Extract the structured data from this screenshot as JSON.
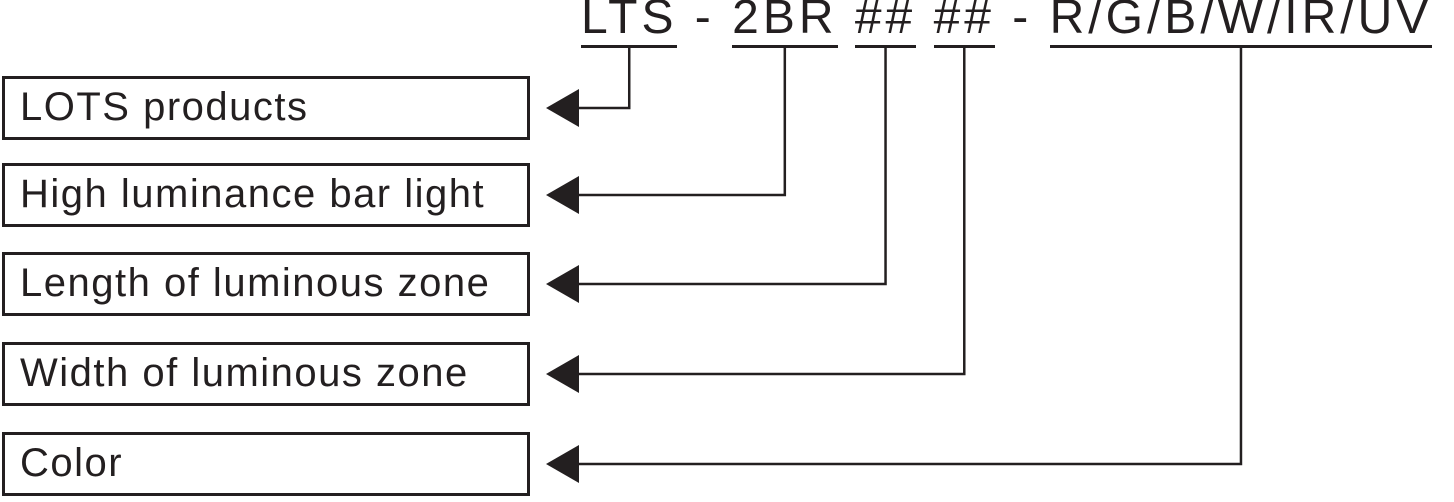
{
  "diagram": {
    "type": "part-number-legend",
    "code": {
      "full": "LTS - 2BR ## ## - R/G/B/W/IR/UV",
      "parts": [
        {
          "text": "LTS",
          "underlined": true
        },
        {
          "text": " - ",
          "underlined": false
        },
        {
          "text": "2BR",
          "underlined": true
        },
        {
          "text": " ",
          "underlined": false
        },
        {
          "text": "##",
          "underlined": true
        },
        {
          "text": " ",
          "underlined": false
        },
        {
          "text": "##",
          "underlined": true
        },
        {
          "text": " - ",
          "underlined": false
        },
        {
          "text": "R/G/B/W/IR/UV",
          "underlined": true
        }
      ]
    },
    "legend_rows": [
      {
        "label": "LOTS products",
        "maps_to_segment": "LTS"
      },
      {
        "label": "High luminance bar light",
        "maps_to_segment": "2BR"
      },
      {
        "label": "Length of luminous zone",
        "maps_to_segment": "## (first)"
      },
      {
        "label": "Width of luminous zone",
        "maps_to_segment": "## (second)"
      },
      {
        "label": "Color",
        "maps_to_segment": "R/G/B/W/IR/UV"
      }
    ],
    "colors": {
      "ink": "#231f20",
      "background": "#ffffff"
    }
  }
}
